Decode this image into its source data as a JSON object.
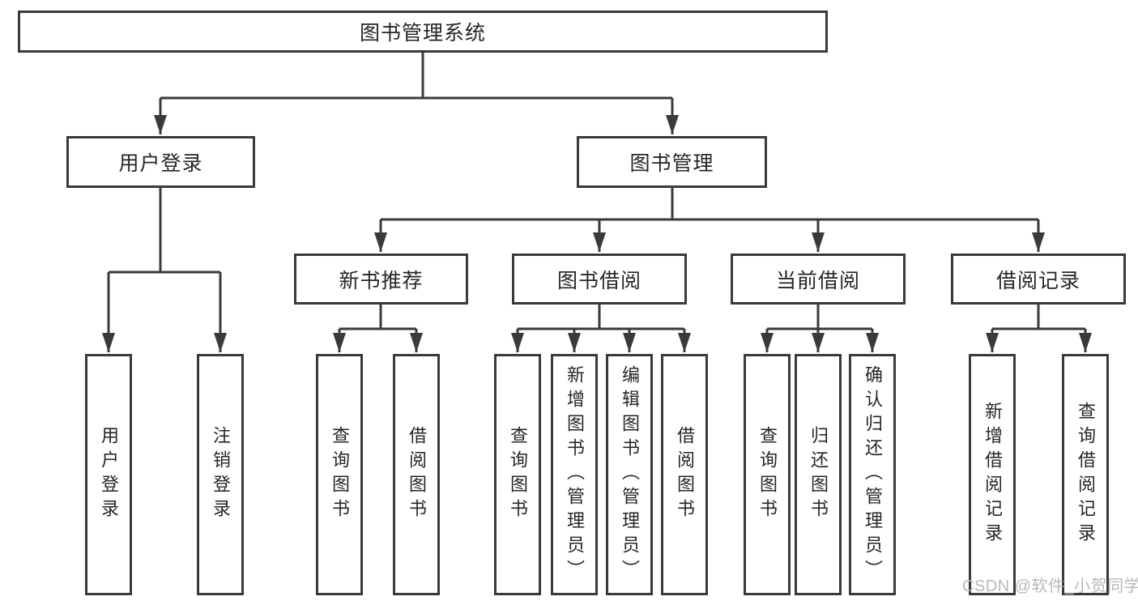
{
  "nodes": {
    "root": "图书管理系统",
    "user_login": "用户登录",
    "book_management": "图书管理",
    "new_book_recommend": "新书推荐",
    "book_borrowing": "图书借阅",
    "current_borrowing": "当前借阅",
    "borrowing_records": "借阅记录",
    "user_login_action": "用户登录",
    "logout_action": "注销登录",
    "nb_query_books": "查询图书",
    "nb_borrow_books": "借阅图书",
    "bb_query_books": "查询图书",
    "bb_add_books_admin": "新增图书（管理员）",
    "bb_edit_books_admin": "编辑图书（管理员）",
    "bb_borrow_books": "借阅图书",
    "cb_query_books": "查询图书",
    "cb_return_books": "归还图书",
    "cb_confirm_return_admin": "确认归还（管理员）",
    "br_add_record": "新增借阅记录",
    "br_query_record": "查询借阅记录"
  },
  "tree": {
    "label": "图书管理系统",
    "children": [
      {
        "label": "用户登录",
        "children": [
          {
            "label": "用户登录"
          },
          {
            "label": "注销登录"
          }
        ]
      },
      {
        "label": "图书管理",
        "children": [
          {
            "label": "新书推荐",
            "children": [
              {
                "label": "查询图书"
              },
              {
                "label": "借阅图书"
              }
            ]
          },
          {
            "label": "图书借阅",
            "children": [
              {
                "label": "查询图书"
              },
              {
                "label": "新增图书（管理员）"
              },
              {
                "label": "编辑图书（管理员）"
              },
              {
                "label": "借阅图书"
              }
            ]
          },
          {
            "label": "当前借阅",
            "children": [
              {
                "label": "查询图书"
              },
              {
                "label": "归还图书"
              },
              {
                "label": "确认归还（管理员）"
              }
            ]
          },
          {
            "label": "借阅记录",
            "children": [
              {
                "label": "新增借阅记录"
              },
              {
                "label": "查询借阅记录"
              }
            ]
          }
        ]
      }
    ]
  },
  "watermark": {
    "text": "CSDN @软件_小贺同学"
  },
  "colors": {
    "line": "#3a3a3a",
    "text": "#262626",
    "background": "#ffffff",
    "watermark": "#b5b9bf"
  }
}
